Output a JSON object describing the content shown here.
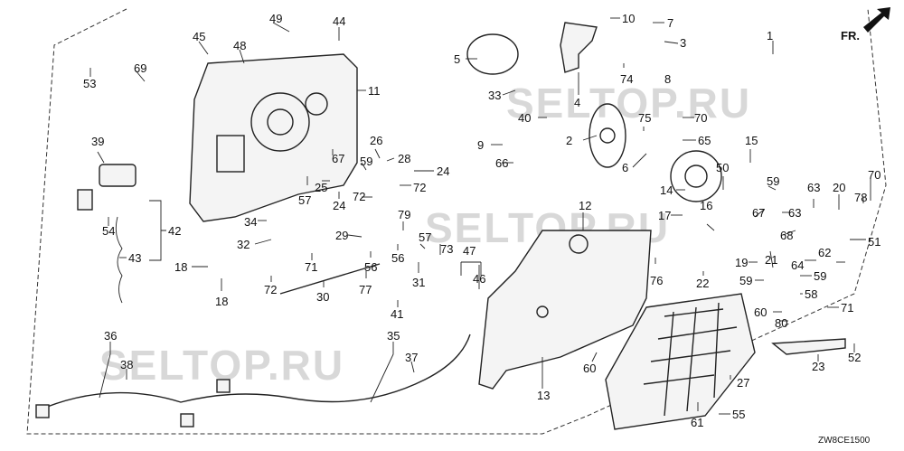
{
  "diagram": {
    "watermarks": [
      "SELTOP.RU",
      "SELTOP.RU",
      "SELTOP.RU"
    ],
    "direction_label": "FR.",
    "drawing_code": "ZW8CE1500",
    "callouts": [
      "1",
      "2",
      "3",
      "4",
      "5",
      "6",
      "7",
      "8",
      "9",
      "10",
      "11",
      "12",
      "13",
      "14",
      "15",
      "16",
      "17",
      "18",
      "18",
      "19",
      "20",
      "21",
      "22",
      "23",
      "24",
      "24",
      "25",
      "26",
      "27",
      "28",
      "29",
      "30",
      "31",
      "32",
      "33",
      "34",
      "35",
      "36",
      "37",
      "38",
      "39",
      "40",
      "41",
      "42",
      "43",
      "44",
      "45",
      "46",
      "47",
      "48",
      "49",
      "50",
      "51",
      "52",
      "53",
      "54",
      "55",
      "56",
      "56",
      "57",
      "57",
      "58",
      "59",
      "59",
      "59",
      "59",
      "60",
      "60",
      "61",
      "62",
      "63",
      "63",
      "64",
      "65",
      "66",
      "67",
      "67",
      "68",
      "69",
      "70",
      "70",
      "71",
      "71",
      "72",
      "72",
      "72",
      "73",
      "74",
      "75",
      "76",
      "77",
      "78",
      "79",
      "80"
    ]
  }
}
